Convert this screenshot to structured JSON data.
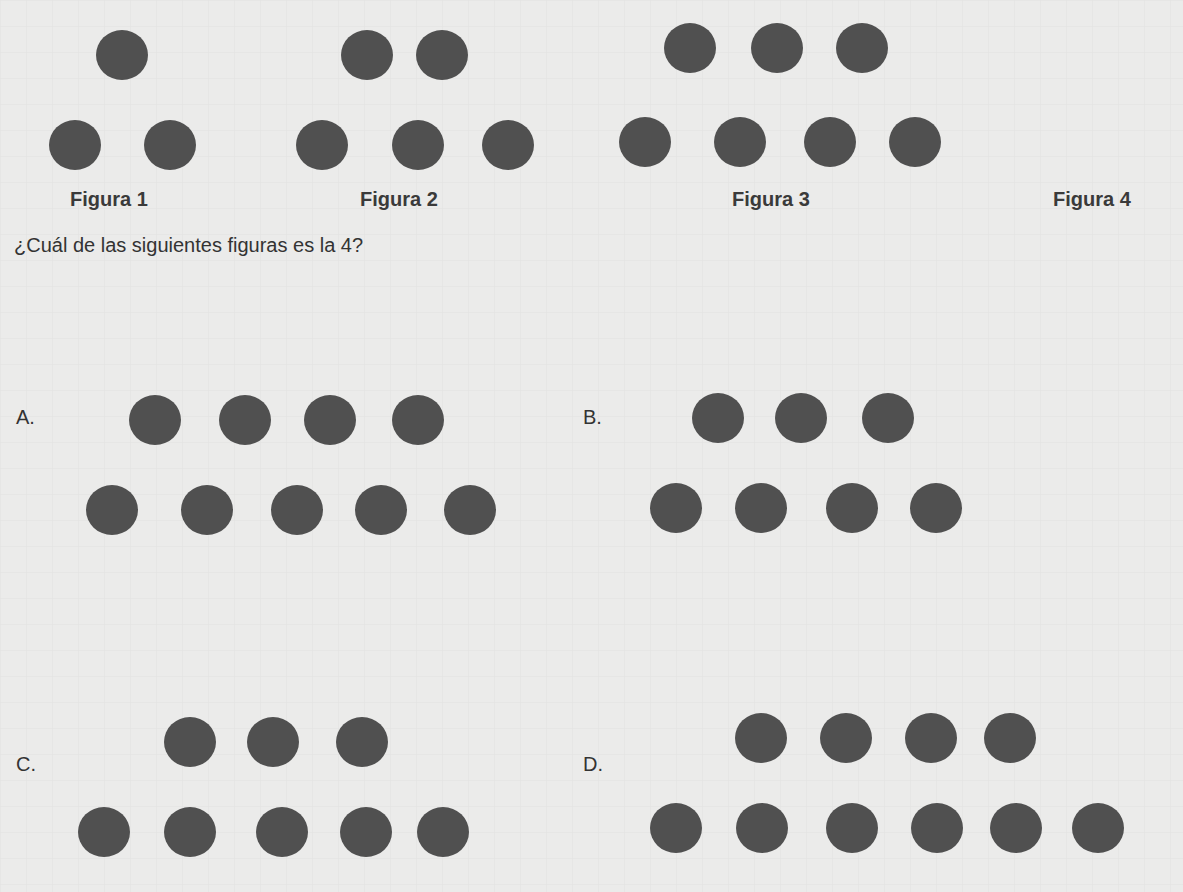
{
  "diagram": {
    "labels": [
      "Figura 1",
      "Figura 2",
      "Figura 3",
      "Figura 4",
      "¿Cuál de las siguientes figuras es la 4?",
      "A.",
      "B.",
      "C.",
      "D."
    ]
  }
}
